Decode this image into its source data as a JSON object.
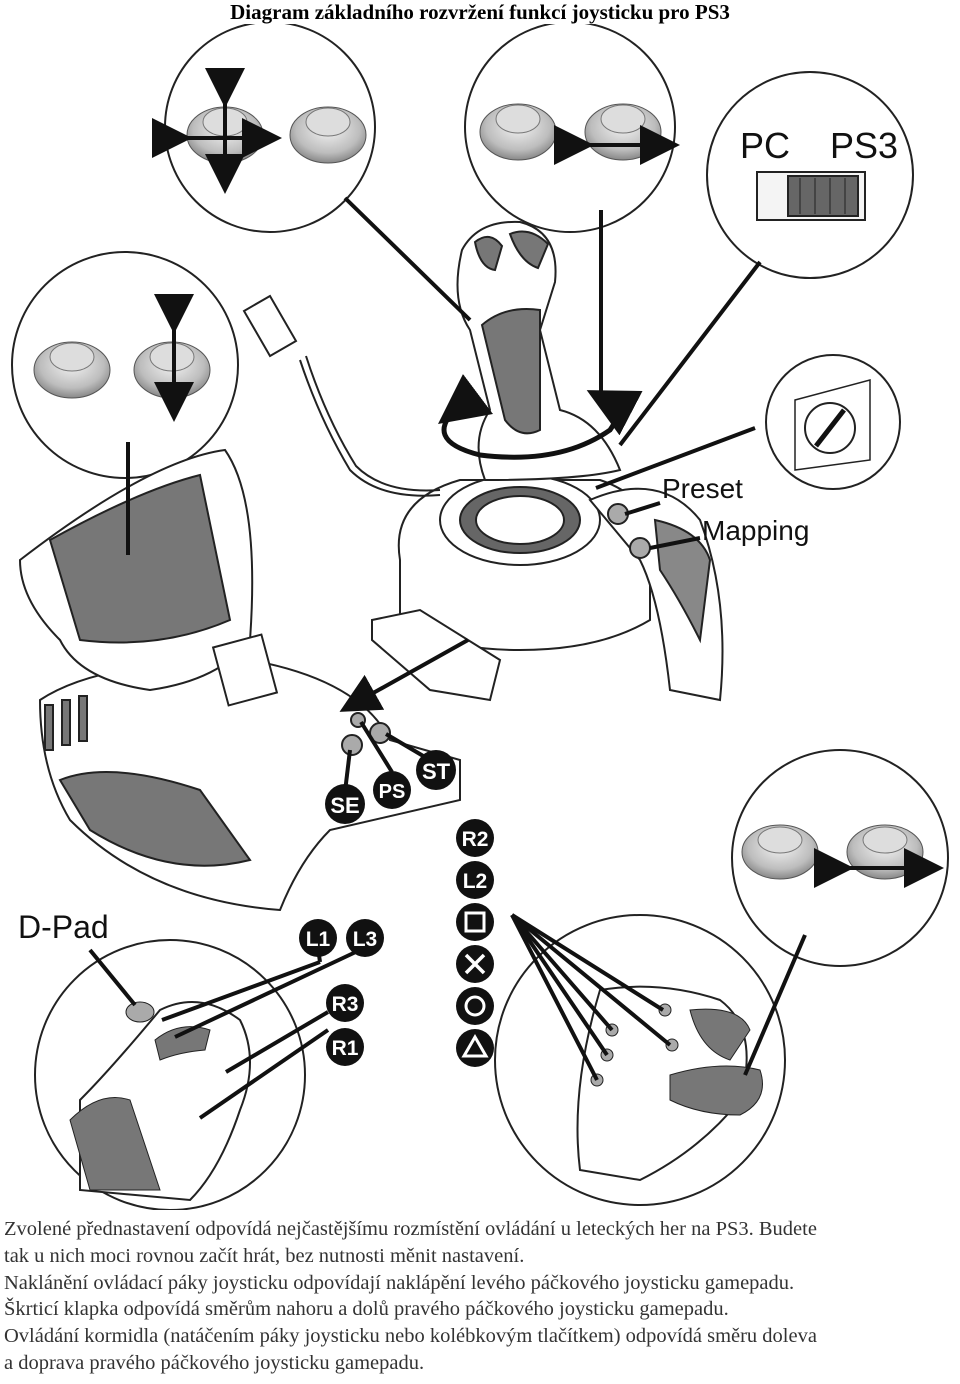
{
  "title": "Diagram základního rozvržení funkcí joysticku pro PS3",
  "switch_labels": {
    "pc": "PC",
    "ps3": "PS3"
  },
  "callouts": {
    "preset": "Preset",
    "mapping": "Mapping",
    "dpad": "D-Pad"
  },
  "buttons": {
    "se": "SE",
    "ps": "PS",
    "st": "ST",
    "l1": "L1",
    "l3": "L3",
    "r3": "R3",
    "r1": "R1",
    "r2": "R2",
    "l2": "L2"
  },
  "face_buttons": [
    "square-icon",
    "cross-icon",
    "circle-icon",
    "triangle-icon"
  ],
  "caption": [
    "Zvolené přednastavení odpovídá nejčastějšímu rozmístění ovládání u leteckých her na PS3. Budete",
    "tak u nich moci rovnou začít hrát, bez nutnosti měnit nastavení.",
    "Naklánění ovládací páky joysticku odpovídají naklápění levého páčkového joysticku gamepadu.",
    "Škrticí klapka odpovídá směrům nahoru a dolů pravého páčkového joysticku gamepadu.",
    "Ovládání kormidla (natáčením páky joysticku nebo kolébkovým tlačítkem) odpovídá směru doleva",
    "a doprava pravého páčkového joysticku gamepadu."
  ]
}
